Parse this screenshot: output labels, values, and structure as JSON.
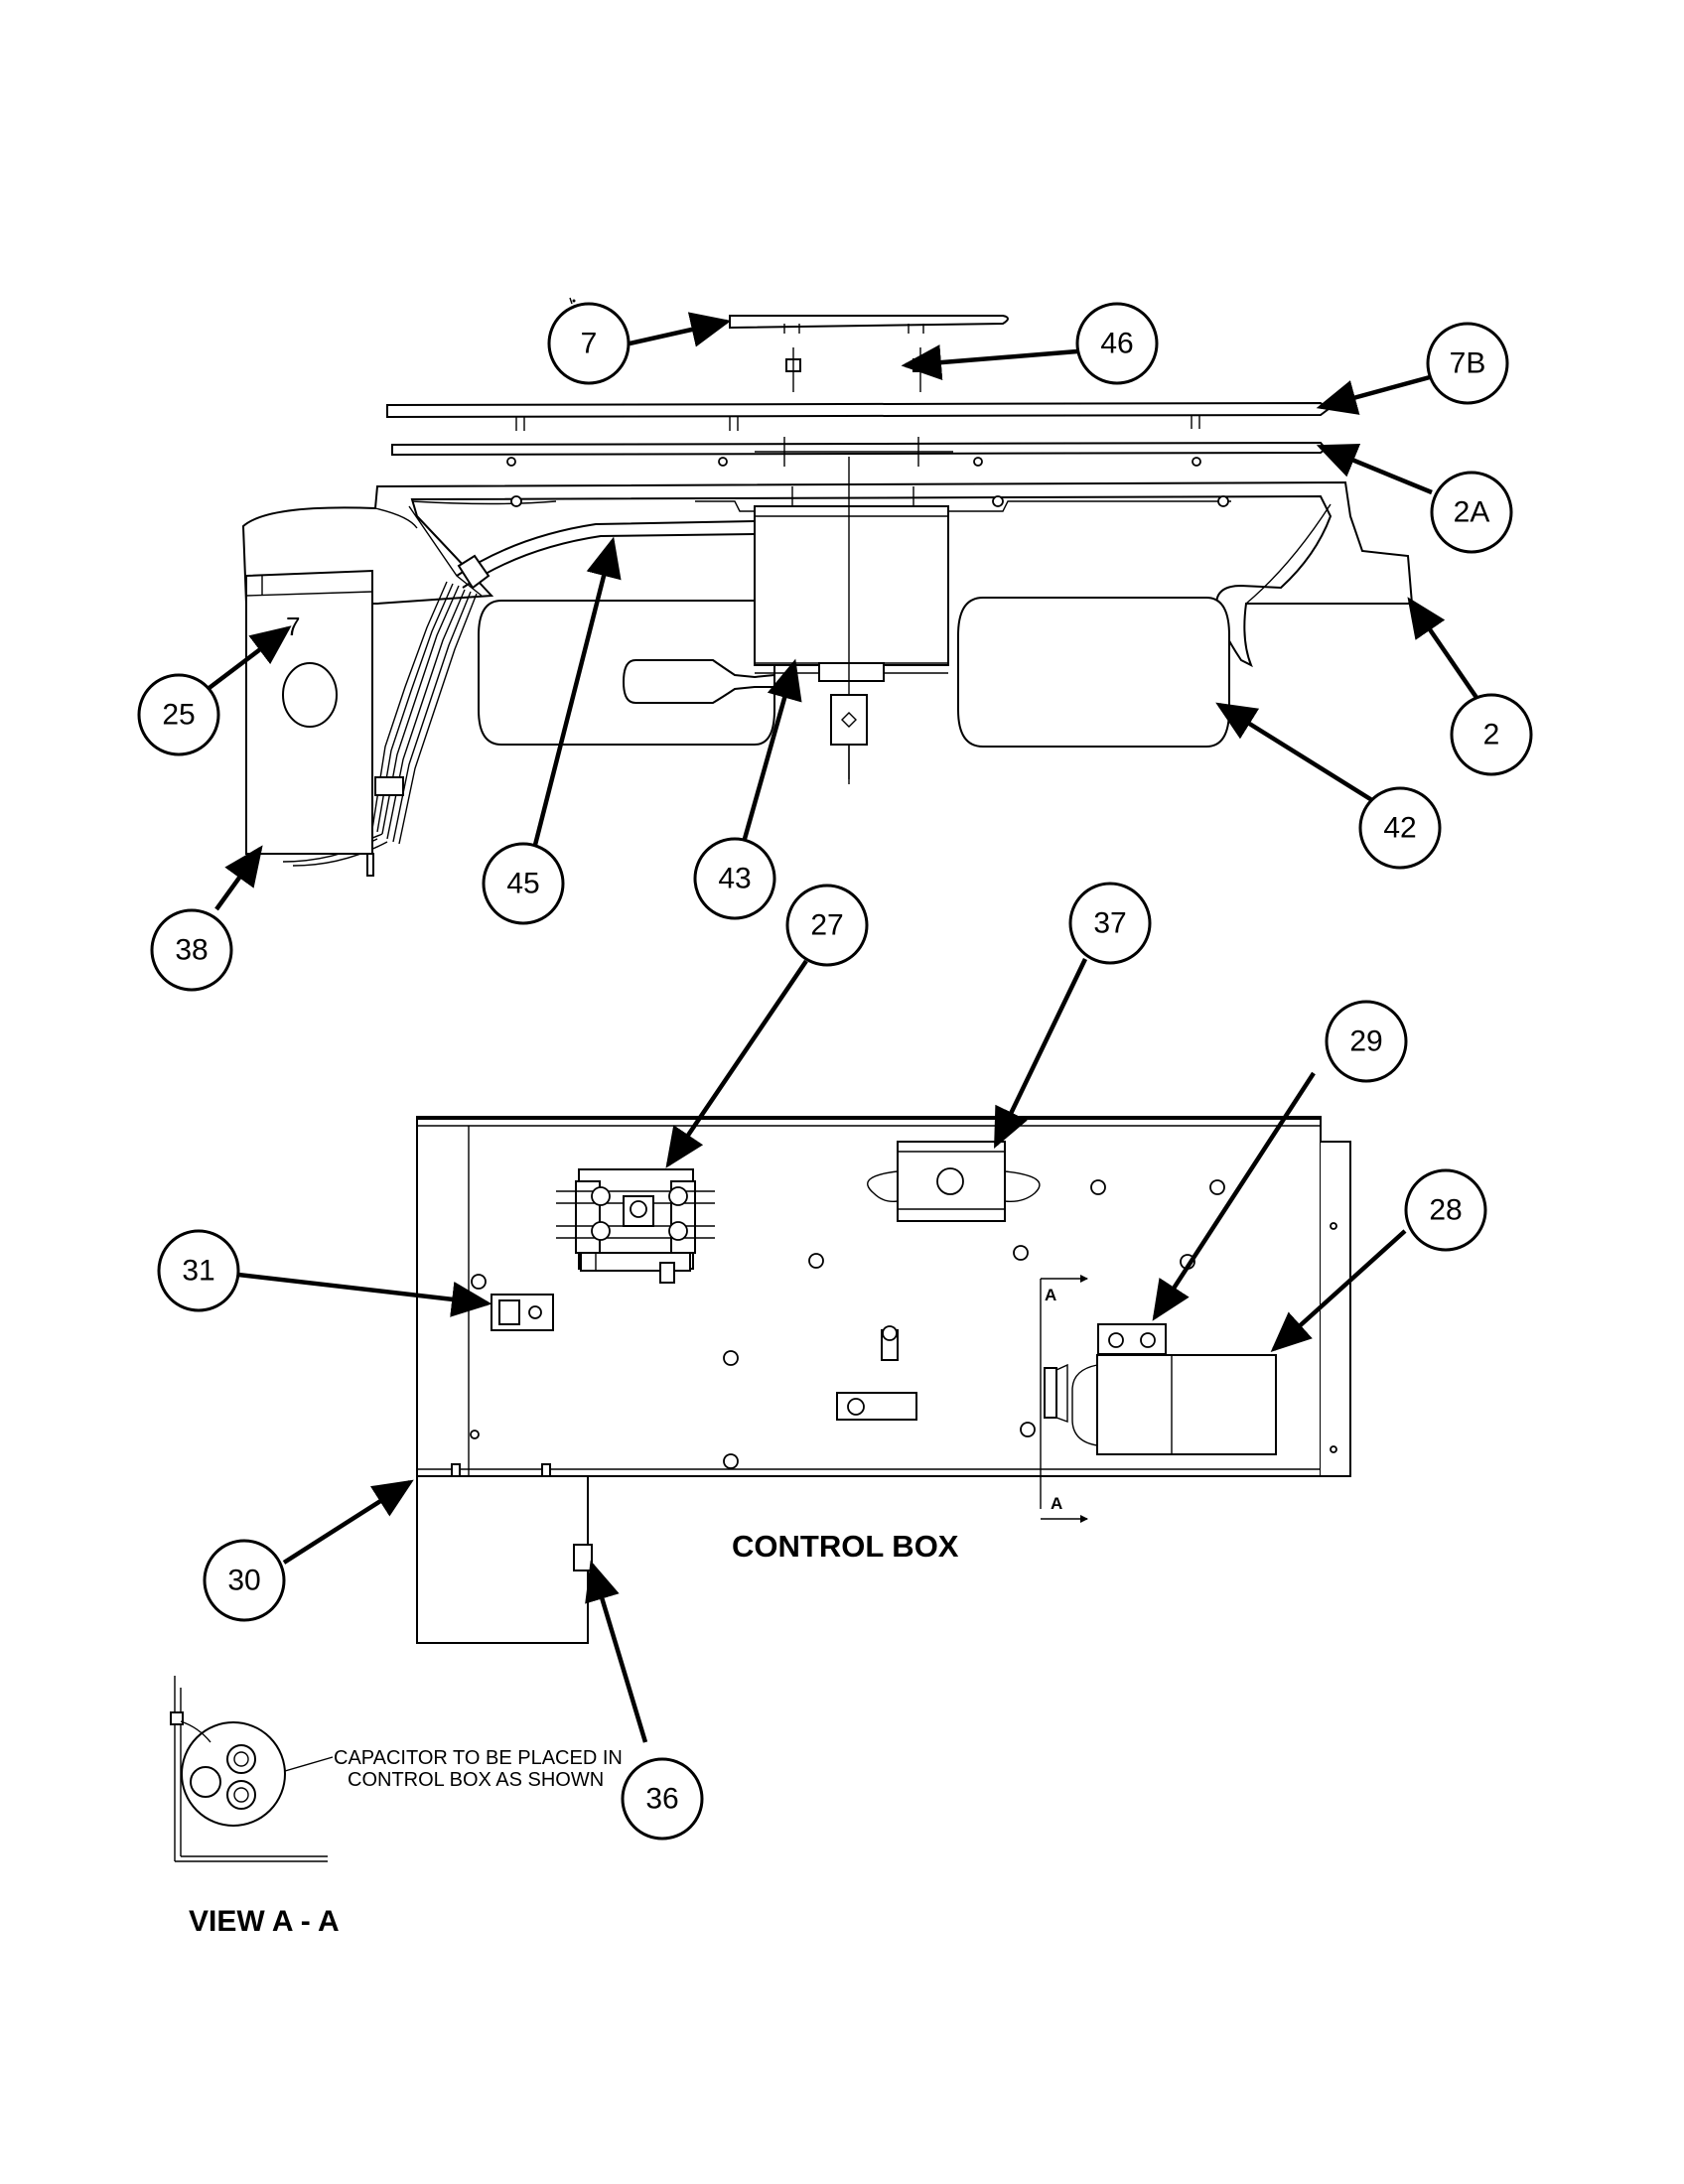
{
  "callouts": [
    {
      "id": "c7",
      "label": "7"
    },
    {
      "id": "c46",
      "label": "46"
    },
    {
      "id": "c7b",
      "label": "7B"
    },
    {
      "id": "c2a",
      "label": "2A"
    },
    {
      "id": "c2",
      "label": "2"
    },
    {
      "id": "c42",
      "label": "42"
    },
    {
      "id": "c43",
      "label": "43"
    },
    {
      "id": "c45",
      "label": "45"
    },
    {
      "id": "c25",
      "label": "25"
    },
    {
      "id": "c38",
      "label": "38"
    },
    {
      "id": "c27",
      "label": "27"
    },
    {
      "id": "c37",
      "label": "37"
    },
    {
      "id": "c29",
      "label": "29"
    },
    {
      "id": "c28",
      "label": "28"
    },
    {
      "id": "c31",
      "label": "31"
    },
    {
      "id": "c30",
      "label": "30"
    },
    {
      "id": "c36",
      "label": "36"
    }
  ],
  "labels": {
    "control_box": "CONTROL BOX",
    "view_aa": "VIEW A - A",
    "capacitor_note_line1": "CAPACITOR TO BE PLACED IN",
    "capacitor_note_line2": "CONTROL BOX AS SHOWN",
    "section_mark": "A",
    "handwritten_mark": "7"
  }
}
